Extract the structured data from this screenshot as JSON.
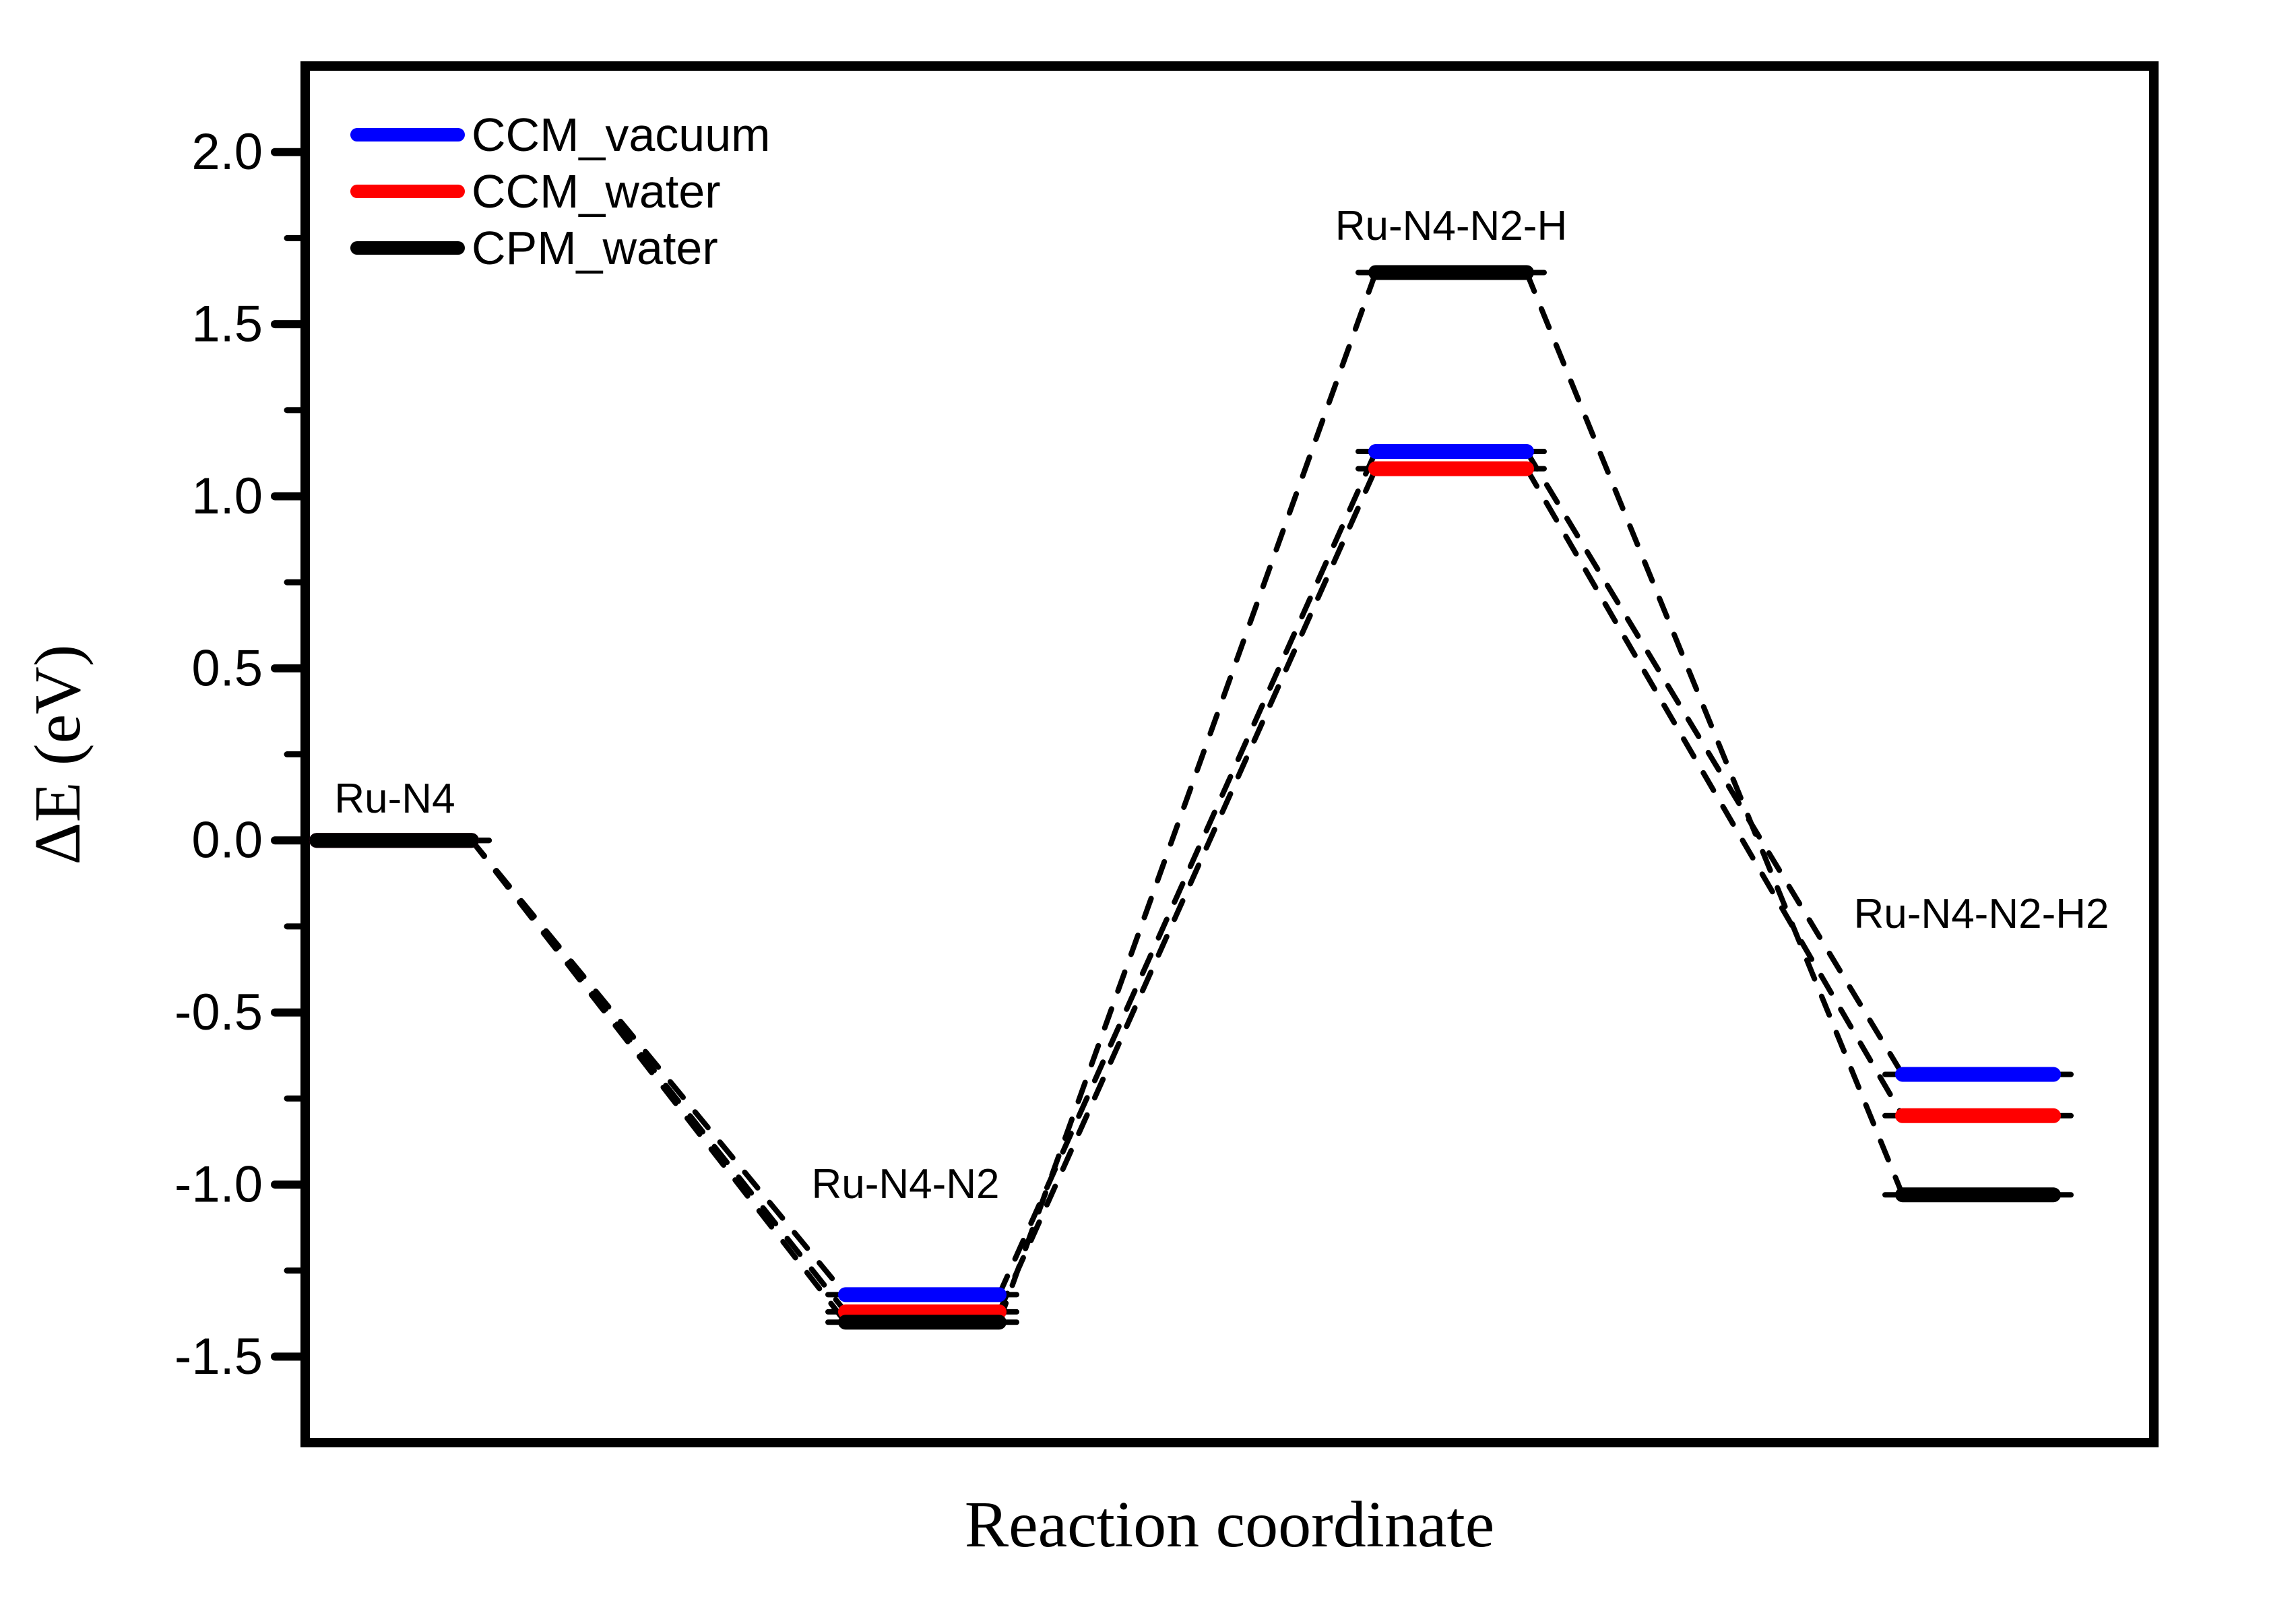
{
  "figure": {
    "background": "#ffffff"
  },
  "legend": {
    "entries": [
      {
        "label": "CCM_vacuum",
        "color": "#0000ff"
      },
      {
        "label": "CCM_water",
        "color": "#ff0000"
      },
      {
        "label": "CPM_water",
        "color": "#000000"
      }
    ]
  },
  "chart_data": {
    "type": "line",
    "variant": "energy-level-diagram",
    "title": "",
    "xlabel": "Reaction coordinate",
    "ylabel": "ΔE (eV)",
    "categories": [
      "Ru-N4",
      "Ru-N4-N2",
      "Ru-N4-N2-H",
      "Ru-N4-N2-H2"
    ],
    "series": [
      {
        "name": "CCM_vacuum",
        "color": "#0000ff",
        "values": [
          0.0,
          -1.32,
          1.13,
          -0.68
        ]
      },
      {
        "name": "CCM_water",
        "color": "#ff0000",
        "values": [
          0.0,
          -1.37,
          1.08,
          -0.8
        ]
      },
      {
        "name": "CPM_water",
        "color": "#000000",
        "values": [
          0.0,
          -1.4,
          1.65,
          -1.03
        ]
      }
    ],
    "ylim": [
      -1.75,
      2.25
    ],
    "y_major_ticks": [
      2.0,
      1.5,
      1.0,
      0.5,
      0.0,
      -0.5,
      -1.0,
      -1.5
    ],
    "y_tick_labels": [
      "2.0",
      "1.5",
      "1.0",
      "0.5",
      "0.0",
      "-0.5",
      "-1.0",
      "-1.5"
    ],
    "y_minor_ticks": [
      1.75,
      1.25,
      0.75,
      0.25,
      -0.25,
      -0.75,
      -1.25
    ],
    "grid": false,
    "legend_position": "top-left",
    "connector_style": "dashed",
    "x_axis_ticks": "none"
  }
}
